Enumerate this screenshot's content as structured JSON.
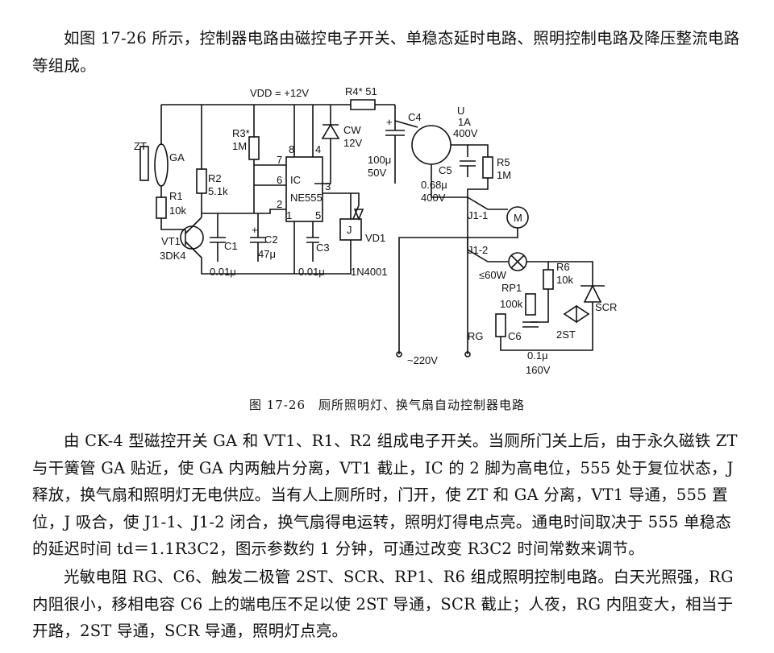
{
  "intro_text": "如图 17-26 所示，控制器电路由磁控电子开关、单稳态延时电路、照明控制电路及降压整流电路等组成。",
  "figure": {
    "caption": "图 17-26　厕所照明灯、换气扇自动控制器电路",
    "labels": {
      "vdd": "VDD = +12V",
      "r4": "R4* 51",
      "u": "U",
      "u_rating": "1A",
      "u_voltage": "400V",
      "c4": "C4",
      "cw": "CW",
      "cw_v": "12V",
      "c4_val": "100μ",
      "c4_v": "50V",
      "r3": "R3*",
      "r3_val": "1M",
      "zt": "ZT",
      "ga": "GA",
      "r2": "R2",
      "r2_val": "5.1k",
      "r1": "R1",
      "r1_val": "10k",
      "vt1": "VT1",
      "vt1_type": "3DK4",
      "c1": "C1",
      "c1_val": "0.01μ",
      "c2": "C2",
      "c2_val": "47μ",
      "c3": "C3",
      "c3_val": "0.01μ",
      "ic": "IC",
      "ic_type": "NE555",
      "pin8": "8",
      "pin4": "4",
      "pin7": "7",
      "pin6": "6",
      "pin2": "2",
      "pin1": "1",
      "pin5": "5",
      "pin3": "3",
      "relay": "J",
      "vd1": "VD1",
      "vd1_type": "1N4001",
      "c5": "C5",
      "c5_val": "0.68μ",
      "c5_v": "400V",
      "r5": "R5",
      "r5_val": "1M",
      "j11": "J1-1",
      "motor": "M",
      "j12": "J1-2",
      "lamp": "≤60W",
      "r6": "R6",
      "r6_val": "10k",
      "rp1": "RP1",
      "rp1_val": "100k",
      "scr": "SCR",
      "rg": "RG",
      "c6": "C6",
      "twost": "2ST",
      "c6_val": "0.1μ",
      "c6_v": "160V",
      "ac": "~220V",
      "plus": "+"
    }
  },
  "body_text_1": "由 CK-4 型磁控开关 GA 和 VT1、R1、R2 组成电子开关。当厕所门关上后，由于永久磁铁 ZT 与干簧管 GA 贴近，使 GA 内两触片分离，VT1 截止，IC 的 2 脚为高电位，555 处于复位状态，J 释放，换气扇和照明灯无电供应。当有人上厕所时，门开，使 ZT 和 GA 分离，VT1 导通，555 置位，J 吸合，使 J1-1、J1-2 闭合，换气扇得电运转，照明灯得电点亮。通电时间取决于 555 单稳态的延迟时间 td＝1.1R3C2，图示参数约 1 分钟，可通过改变 R3C2 时间常数来调节。",
  "body_text_2": "光敏电阻 RG、C6、触发二极管 2ST、SCR、RP1、R6 组成照明控制电路。白天光照强，RG 内阻很小，移相电容 C6 上的端电压不足以使 2ST 导通，SCR 截止；人夜，RG 内阻变大，相当于开路，2ST 导通，SCR 导通，照明灯点亮。"
}
